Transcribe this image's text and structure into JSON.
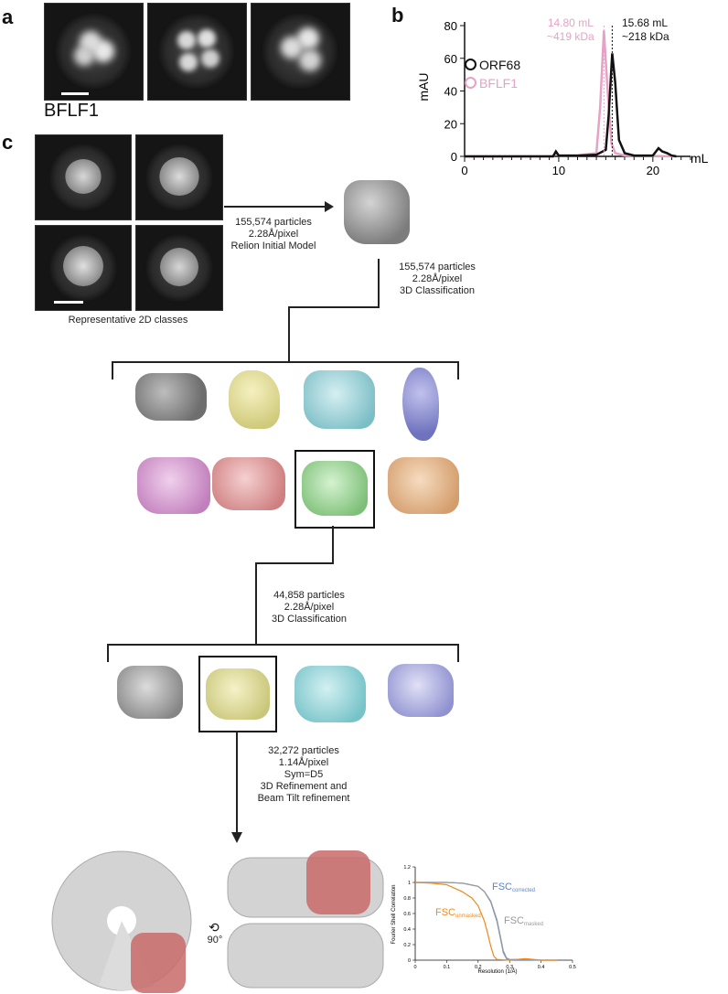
{
  "panels": {
    "a": "a",
    "b": "b",
    "c": "c"
  },
  "panel_a": {
    "label": "BFLF1"
  },
  "sec": {
    "peak1_ml": "14.80 mL",
    "peak1_kda": "~419 kDa",
    "peak2_ml": "15.68 mL",
    "peak2_kda": "~218 kDa",
    "legend": [
      "ORF68",
      "BFLF1"
    ],
    "colors": {
      "ORF68": "#111111",
      "BFLF1": "#e6a2c4"
    }
  },
  "chart_data": [
    {
      "type": "line",
      "title": "",
      "xlabel": "mL",
      "ylabel": "mAU",
      "xlim": [
        0,
        24
      ],
      "ylim": [
        0,
        80
      ],
      "xticks": [
        "0",
        "10",
        "20"
      ],
      "yticks": [
        "0",
        "20",
        "40",
        "60",
        "80"
      ],
      "legend_placement": "top-left",
      "series": [
        {
          "name": "ORF68",
          "x": [
            0,
            9.4,
            9.7,
            10,
            12,
            14,
            15,
            15.3,
            15.68,
            16.0,
            16.4,
            17,
            18,
            20,
            20.6,
            21,
            21.5,
            22,
            22.5
          ],
          "y": [
            0,
            0,
            3,
            0.5,
            0.5,
            1,
            4,
            25,
            63,
            45,
            10,
            2,
            0.5,
            0.5,
            5,
            3,
            2,
            0.5,
            0
          ]
        },
        {
          "name": "BFLF1",
          "x": [
            0,
            9.4,
            9.7,
            10,
            12,
            14,
            14.4,
            14.8,
            15.2,
            15.6,
            16,
            17,
            20,
            22.5
          ],
          "y": [
            0,
            0,
            2,
            0.5,
            0.5,
            2,
            30,
            77,
            40,
            8,
            2,
            0.5,
            0.2,
            0
          ]
        }
      ]
    },
    {
      "type": "line",
      "title": "",
      "xlabel": "Resolution (1/Å)",
      "ylabel": "Fourier Shell Correlation",
      "xlim": [
        0,
        0.5
      ],
      "ylim": [
        0,
        1.2
      ],
      "xticks": [
        "0",
        "0.1",
        "0.2",
        "0.3",
        "0.4",
        "0.5"
      ],
      "yticks": [
        "0",
        "0.2",
        "0.4",
        "0.6",
        "0.8",
        "1",
        "1.2"
      ],
      "series": [
        {
          "name": "FSC corrected",
          "x": [
            0,
            0.1,
            0.15,
            0.2,
            0.22,
            0.24,
            0.26,
            0.27,
            0.28,
            0.29,
            0.3,
            0.35,
            0.4,
            0.45
          ],
          "y": [
            1,
            1,
            0.99,
            0.95,
            0.88,
            0.75,
            0.5,
            0.3,
            0.1,
            0.02,
            0,
            0,
            0,
            0
          ]
        },
        {
          "name": "FSC masked",
          "x": [
            0,
            0.1,
            0.15,
            0.2,
            0.22,
            0.24,
            0.26,
            0.27,
            0.28,
            0.29,
            0.3,
            0.35,
            0.4,
            0.45
          ],
          "y": [
            1,
            1,
            0.99,
            0.95,
            0.88,
            0.76,
            0.52,
            0.32,
            0.12,
            0.03,
            0.01,
            0.01,
            0,
            0
          ]
        },
        {
          "name": "FSC unmasked",
          "x": [
            0,
            0.05,
            0.1,
            0.15,
            0.18,
            0.2,
            0.22,
            0.23,
            0.24,
            0.25,
            0.26,
            0.3,
            0.35,
            0.4,
            0.45
          ],
          "y": [
            1,
            0.99,
            0.97,
            0.88,
            0.8,
            0.7,
            0.5,
            0.35,
            0.18,
            0.05,
            0.01,
            0,
            0.02,
            0,
            0
          ]
        }
      ],
      "labels": {
        "corrected_main": "FSC",
        "corrected_sub": "corrected",
        "masked_main": "FSC",
        "masked_sub": "masked",
        "unmasked_main": "FSC",
        "unmasked_sub": "unmasked"
      },
      "colors": {
        "FSC corrected": "#5b84c4",
        "FSC masked": "#9a9a9a",
        "FSC unmasked": "#f08a1c"
      }
    }
  ],
  "workflow": {
    "classes_caption": "Representative 2D classes",
    "step1": [
      "155,574 particles",
      "2.28Å/pixel",
      "Relion Initial Model"
    ],
    "step2": [
      "155,574 particles",
      "2.28Å/pixel",
      "3D Classification"
    ],
    "step3": [
      "44,858 particles",
      "2.28Å/pixel",
      "3D Classification"
    ],
    "step4": [
      "32,272 particles",
      "1.14Å/pixel",
      "Sym=D5",
      "3D Refinement and",
      "Beam Tilt refinement"
    ],
    "rotation": "90°",
    "class_colors_row1": [
      "#8a8a8a",
      "#e8e29a",
      "#9fd3d8",
      "#8f91d0"
    ],
    "class_colors_row2": [
      "#d59ad0",
      "#e29a9a",
      "#9fd39a",
      "#e8b88a"
    ],
    "class_colors_row3": [
      "#9a9a9a",
      "#e3e19a",
      "#8fd2d6",
      "#a8a8e0"
    ]
  }
}
